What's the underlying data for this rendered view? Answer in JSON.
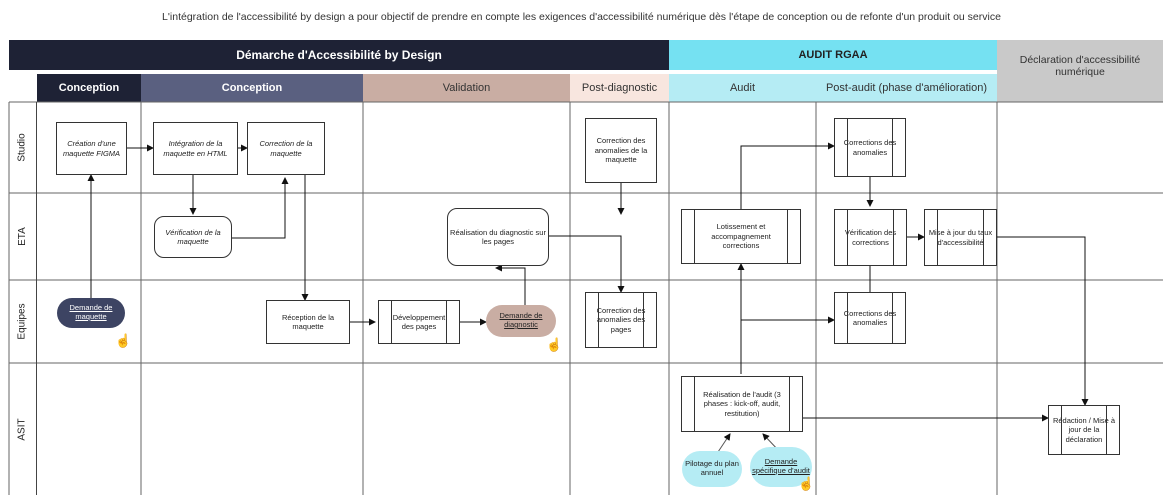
{
  "caption": "L'intégration de l'accessibilité by design a pour objectif de prendre en compte les exigences d'accessibilité numérique dès l'étape de conception ou de refonte d'un produit ou service",
  "headers": {
    "demarche": "Démarche d'Accessibilité by Design",
    "audit_rgaa": "AUDIT RGAA",
    "declaration": "Déclaration d'accessibilité numérique"
  },
  "phases": {
    "conception1": "Conception",
    "conception2": "Conception",
    "validation": "Validation",
    "post_diagnostic": "Post-diagnostic",
    "audit": "Audit",
    "post_audit": "Post-audit (phase d'amélioration)"
  },
  "lanes": {
    "studio": "Studio",
    "eta": "ETA",
    "equipes": "Equipes",
    "asit": "ASIT"
  },
  "boxes": {
    "creation_maquette": "Création d'une maquette FIGMA",
    "integration_html": "Intégration de la maquette en HTML",
    "correction_maquette": "Correction de la maquette",
    "verification_maquette": "Vérification de la maquette",
    "reception_maquette": "Réception de la maquette",
    "developpement_pages": "Développement des pages",
    "realisation_diagnostic": "Réalisation du diagnostic sur les pages",
    "correction_anomalies_maquette": "Correction des anomalies de la maquette",
    "correction_anomalies_pages": "Correction des anomalies des pages",
    "lotissement": "Lotissement et accompagnement corrections",
    "realisation_audit": "Réalisation de l'audit (3 phases : kick-off, audit, restitution)",
    "corrections_anomalies_top": "Corrections des anomalies",
    "verification_corrections": "Vérification des corrections",
    "mise_a_jour_taux": "Mise à jour du taux d'accessibilité",
    "corrections_anomalies_bottom": "Corrections des anomalies",
    "redaction": "Rédaction / Mise à jour de la déclaration"
  },
  "triggers": {
    "demande_maquette": "Demande de maquette",
    "demande_diagnostic": "Demande de diagnostic",
    "pilotage": "Pilotage du plan annuel",
    "demande_audit": "Demande spécifique d'audit"
  },
  "colors": {
    "dark_navy": "#1e2235",
    "slate": "#5a6080",
    "dusty_rose": "#c9ada3",
    "peach": "#f8e6df",
    "cyan": "#75e1f2",
    "light_cyan": "#b5ecf4",
    "gray": "#c9c9c9"
  }
}
